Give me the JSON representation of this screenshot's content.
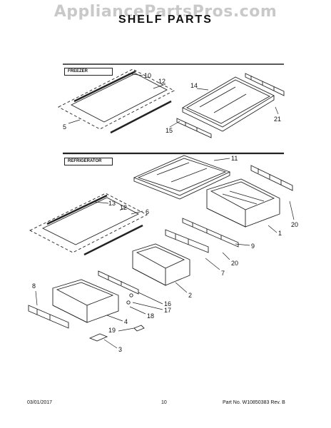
{
  "watermark": "AppliancePartsPros.com",
  "title": "SHELF PARTS",
  "sections": {
    "freezer": "FREEZER",
    "refrigerator": "REFRIGERATOR"
  },
  "callouts": [
    "10",
    "12",
    "14",
    "5",
    "15",
    "21",
    "11",
    "13",
    "12",
    "6",
    "20",
    "1",
    "9",
    "20",
    "7",
    "8",
    "2",
    "16",
    "17",
    "18",
    "4",
    "19",
    "3"
  ],
  "footer": {
    "date": "03/01/2017",
    "page": "10",
    "part_number": "Part No. W10850383  Rev. B"
  }
}
